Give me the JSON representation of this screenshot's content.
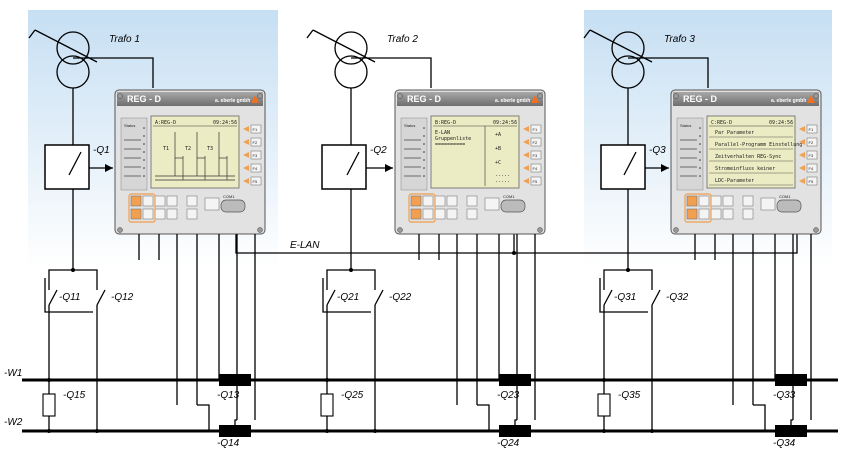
{
  "bays": [
    {
      "transformer": "Trafo 1",
      "device": {
        "title": "REG - D",
        "brand": "a. eberle gmbh",
        "status": "Status",
        "screen": [
          "A:REG-D",
          "09:24:56"
        ],
        "diagram_labels": [
          "T1",
          "T2",
          "T3"
        ],
        "buttons": [
          "F1",
          "F2",
          "F3",
          "F4",
          "F5"
        ],
        "port": "COM1"
      },
      "tap_changer": "-Q1",
      "breakers": [
        "-Q11",
        "-Q12"
      ],
      "coupler": "-Q15",
      "disconnectors": [
        "-Q13",
        "-Q14"
      ]
    },
    {
      "transformer": "Trafo 2",
      "device": {
        "title": "REG - D",
        "brand": "a. eberle gmbh",
        "status": "Status",
        "screen": [
          "B:REG-D",
          "09:24:56",
          "E-LAN",
          "Gruppenliste",
          "=========="
        ],
        "group_items": [
          "+A",
          "+B",
          "+C"
        ],
        "buttons": [
          "F1",
          "F2",
          "F3",
          "F4",
          "F5"
        ],
        "port": "COM1"
      },
      "tap_changer": "-Q2",
      "breakers": [
        "-Q21",
        "-Q22"
      ],
      "coupler": "-Q25",
      "disconnectors": [
        "-Q23",
        "-Q24"
      ]
    },
    {
      "transformer": "Trafo 3",
      "device": {
        "title": "REG - D",
        "brand": "a. eberle gmbh",
        "status": "Status",
        "screen": [
          "C:REG-D",
          "09:24:56"
        ],
        "menu_items": [
          "Par Parameter",
          "Parallel-Programm Einstellung",
          "Zeitverhalten REG-Sync",
          "Stromeinfluss keiner",
          "LDC-Parameter"
        ],
        "buttons": [
          "F1",
          "F2",
          "F3",
          "F4",
          "F5"
        ],
        "port": "COM1"
      },
      "tap_changer": "-Q3",
      "breakers": [
        "-Q31",
        "-Q32"
      ],
      "coupler": "-Q35",
      "disconnectors": [
        "-Q33",
        "-Q34"
      ]
    }
  ],
  "network_label": "E-LAN",
  "busbars": [
    "-W1",
    "-W2"
  ],
  "colors": {
    "bay_bg": "#cfe4f5",
    "device_body": "#e4e4e4",
    "device_header": "#8a8a8a",
    "lcd": "#eaeac4",
    "orange": "#f0a050"
  }
}
